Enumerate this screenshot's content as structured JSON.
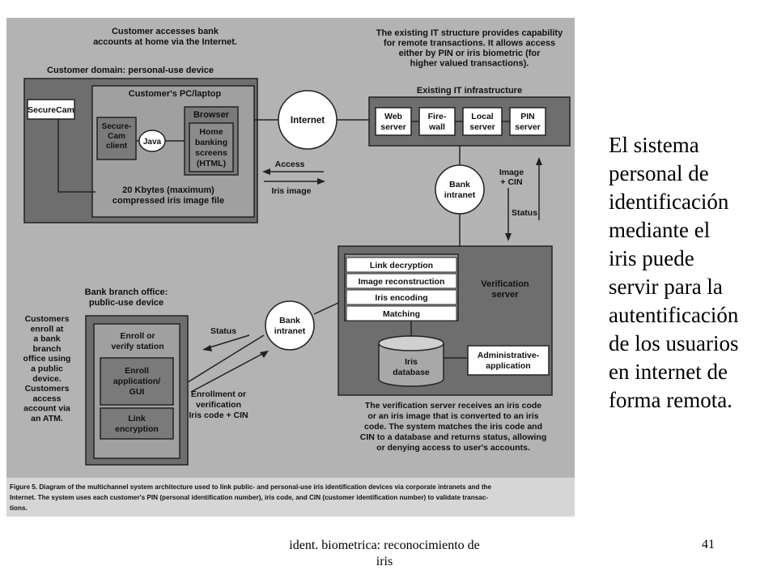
{
  "side_text": [
    "El sistema",
    "personal de",
    "identificación",
    "mediante el",
    "iris puede",
    "servir para la",
    "autentificación",
    "de los usuarios",
    "en internet de",
    "forma remota."
  ],
  "footer": {
    "left": [
      "ident. biometrica: reconocimiento de",
      "iris"
    ],
    "page_number": "41"
  },
  "diagram": {
    "note_customer": [
      "Customer accesses bank",
      "accounts at home via the Internet."
    ],
    "note_existing_it": [
      "The existing IT structure provides capability",
      "for remote transactions. It allows access",
      "either by PIN or iris biometric (for",
      "higher valued transactions)."
    ],
    "customer_domain_title": "Customer domain: personal-use device",
    "securecam": "SecureCam",
    "customer_pc": "Customer's PC/laptop",
    "securecam_client": [
      "Secure-",
      "Cam",
      "client"
    ],
    "java": "Java",
    "browser": "Browser",
    "home_banking": [
      "Home",
      "banking",
      "screens",
      "(HTML)"
    ],
    "compressed_note": [
      "20 Kbytes (maximum)",
      "compressed iris image file"
    ],
    "internet": "Internet",
    "access": "Access",
    "iris_image": "Iris image",
    "existing_it_title": "Existing IT infrastructure",
    "it_boxes": [
      [
        "Web",
        "server"
      ],
      [
        "Fire-",
        "wall"
      ],
      [
        "Local",
        "server"
      ],
      [
        "PIN",
        "server"
      ]
    ],
    "bank_intranet": [
      "Bank",
      "intranet"
    ],
    "image_cin": [
      "Image",
      "+ CIN"
    ],
    "status": "Status",
    "verification_steps": [
      "Link decryption",
      "Image reconstruction",
      "Iris encoding",
      "Matching"
    ],
    "verification_server": [
      "Verification",
      "server"
    ],
    "iris_database": [
      "Iris",
      "database"
    ],
    "admin_app": [
      "Administrative-",
      "application"
    ],
    "branch_title": [
      "Bank branch office:",
      "public-use device"
    ],
    "customers_note": [
      "Customers",
      "enroll at",
      "a bank",
      "branch",
      "office using",
      "a public",
      "device.",
      "Customers",
      "access",
      "account via",
      "an ATM."
    ],
    "enroll_station": [
      "Enroll or",
      "verify station"
    ],
    "enroll_app": [
      "Enroll",
      "application/",
      "GUI"
    ],
    "link_encryption": [
      "Link",
      "encryption"
    ],
    "enrollment_note": [
      "Enrollment or",
      "verification",
      "Iris code + CIN"
    ],
    "verification_note": [
      "The verification server receives an iris code",
      "or an iris image that is converted to an iris",
      "code. The system matches the iris code and",
      "CIN to a database and returns status, allowing",
      "or denying access to user's accounts."
    ],
    "caption": [
      "Figure 5. Diagram of the multichannel system architecture used to link public- and personal-use iris identification devices via corporate intranets and the",
      "Internet. The system uses each customer's PIN (personal identification number), iris code, and CIN (customer identification number) to validate transac-",
      "tions."
    ]
  }
}
